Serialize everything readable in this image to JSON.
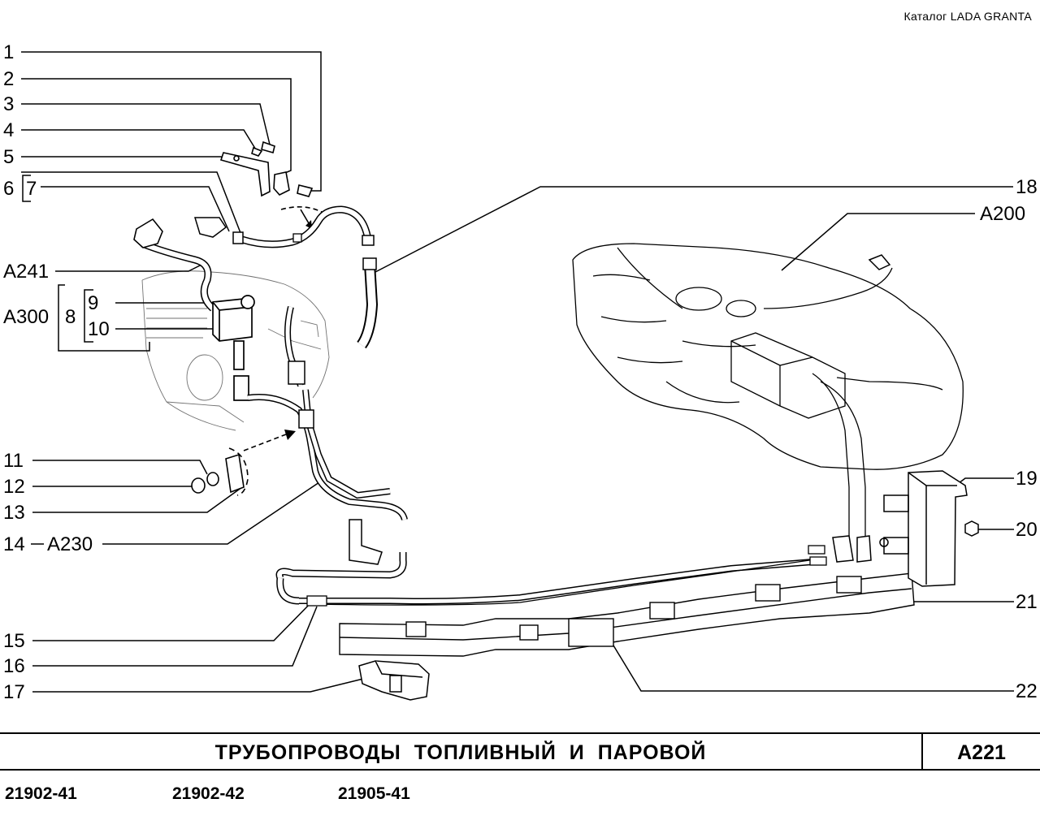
{
  "header": {
    "catalog": "Каталог  LADA  GRANTA"
  },
  "callouts": {
    "c1": "1",
    "c2": "2",
    "c3": "3",
    "c4": "4",
    "c5": "5",
    "c6": "6",
    "c7": "7",
    "c8": "8",
    "c9": "9",
    "c10": "10",
    "c11": "11",
    "c12": "12",
    "c13": "13",
    "c14": "14",
    "c15": "15",
    "c16": "16",
    "c17": "17",
    "c18": "18",
    "c19": "19",
    "c20": "20",
    "c21": "21",
    "c22": "22",
    "a241": "A241",
    "a300": "A300",
    "a230": "A230",
    "a200": "A200"
  },
  "footer": {
    "title": "ТРУБОПРОВОДЫ  ТОПЛИВНЫЙ  И  ПАРОВОЙ",
    "code": "A221",
    "models": [
      "21902-41",
      "21902-42",
      "21905-41"
    ]
  }
}
